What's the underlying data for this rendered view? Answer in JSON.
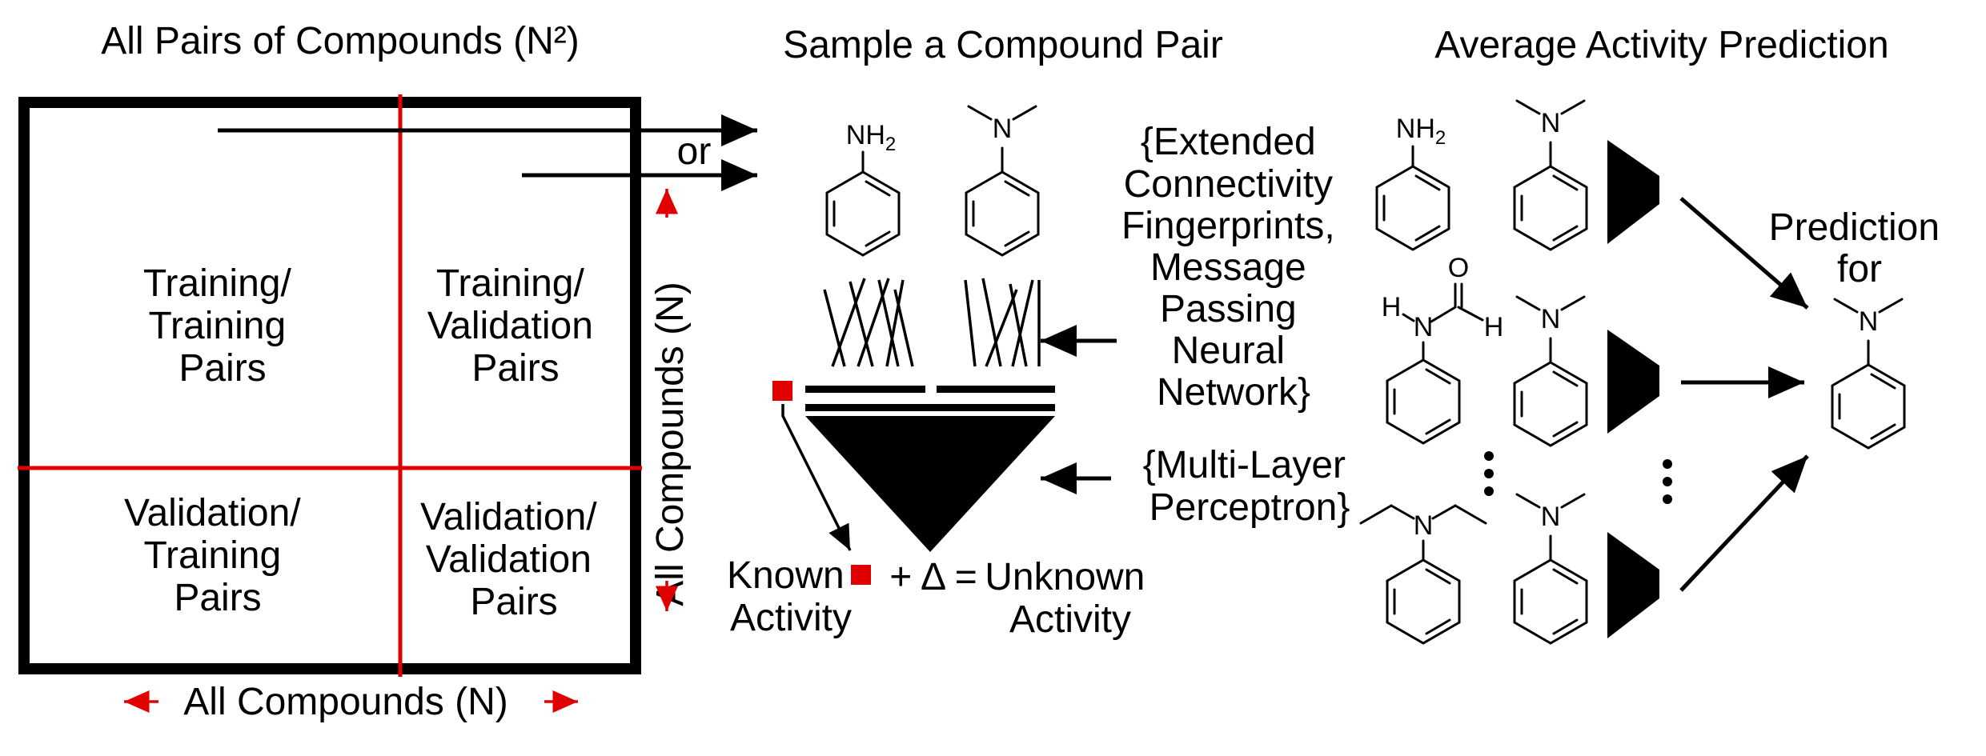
{
  "colors": {
    "accent_red": "#e00000",
    "ink": "#000000",
    "background": "#ffffff"
  },
  "panel_left": {
    "title": "All Pairs of Compounds (N²)",
    "quadrants": {
      "top_left": [
        "Training/",
        "Training",
        "Pairs"
      ],
      "top_right": [
        "Training/",
        "Validation",
        "Pairs"
      ],
      "bottom_left": [
        "Validation/",
        "Training",
        "Pairs"
      ],
      "bottom_right": [
        "Validation/",
        "Validation",
        "Pairs"
      ]
    },
    "axis_bottom": "All Compounds (N)",
    "axis_right": "All Compounds (N)",
    "or_label": "or"
  },
  "panel_middle": {
    "title": "Sample a Compound Pair",
    "molecule_left": {
      "group": "NH",
      "subscript": "2"
    },
    "molecule_right": {
      "atom": "N"
    },
    "encoder_label": [
      "{Extended",
      "Connectivity",
      "Fingerprints,",
      "Message",
      "Passing",
      "Neural",
      "Network}"
    ],
    "mlp_label": [
      "{Multi-Layer",
      "Perceptron}"
    ],
    "equation": {
      "known": [
        "Known",
        "Activity"
      ],
      "plus_delta": "+ Δ =",
      "unknown": [
        "Unknown",
        "Activity"
      ]
    }
  },
  "panel_right": {
    "title": "Average Activity Prediction",
    "row1": {
      "left_group": "NH",
      "left_subscript": "2",
      "right_atom": "N"
    },
    "row2": {
      "h_left": "H",
      "n": "N",
      "o": "O",
      "h_right": "H",
      "right_atom": "N"
    },
    "row3": {
      "left_atom": "N",
      "right_atom": "N"
    },
    "prediction_label": [
      "Prediction",
      "for"
    ],
    "target_atom": "N"
  }
}
